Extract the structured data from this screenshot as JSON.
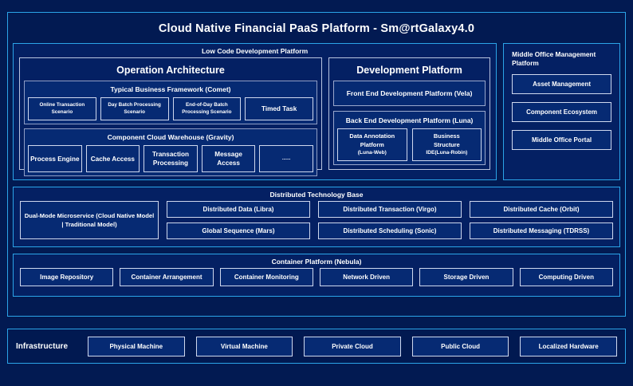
{
  "title": "Cloud Native Financial PaaS Platform - Sm@rtGalaxy4.0",
  "low_code": {
    "title": "Low Code Development Platform",
    "operation_architecture": {
      "title": "Operation Architecture",
      "comet": {
        "title": "Typical Business Framework (Comet)",
        "items": [
          "Online Transaction Scenario",
          "Day Batch Processing Scenario",
          "End-of-Day Batch Processing Scenario",
          "Timed Task"
        ]
      },
      "gravity": {
        "title": "Component Cloud Warehouse (Gravity)",
        "items": [
          "Process Engine",
          "Cache Access",
          "Transaction Processing",
          "Message Access",
          "......"
        ]
      }
    },
    "development_platform": {
      "title": "Development Platform",
      "front_end": "Front End Development Platform (Vela)",
      "back_end": {
        "title": "Back End Development Platform (Luna)",
        "items": [
          {
            "line1": "Data Annotation",
            "line2": "Platform",
            "line3": "(Luna-Web)"
          },
          {
            "line1": "Business",
            "line2": "Structure",
            "line3": "IDE(Luna-Robin)"
          }
        ]
      }
    }
  },
  "middle_office": {
    "title": "Middle Office Management Platform",
    "items": [
      "Asset Management",
      "Component Ecosystem",
      "Middle Office Portal"
    ]
  },
  "distributed_technology_base": {
    "title": "Distributed Technology Base",
    "wide_item": "Dual-Mode Microservice (Cloud Native Model | Traditional Model)",
    "columns": [
      {
        "top": "Distributed Data (Libra)",
        "bottom": "Global Sequence (Mars)"
      },
      {
        "top": "Distributed Transaction (Virgo)",
        "bottom": "Distributed Scheduling (Sonic)"
      },
      {
        "top": "Distributed Cache (Orbit)",
        "bottom": "Distributed Messaging (TDRSS)"
      }
    ]
  },
  "container_platform": {
    "title": "Container Platform (Nebula)",
    "items": [
      "Image Repository",
      "Container Arrangement",
      "Container Monitoring",
      "Network Driven",
      "Storage Driven",
      "Computing Driven"
    ]
  },
  "infrastructure": {
    "label": "Infrastructure",
    "items": [
      "Physical Machine",
      "Virtual Machine",
      "Private Cloud",
      "Public Cloud",
      "Localized Hardware"
    ]
  },
  "colors": {
    "page_background": "#021a52",
    "accent_border": "#2ba4e8",
    "panel_background": "#042063",
    "cell_background": "#062a73",
    "cell_border": "#cfd8ee",
    "text": "#ffffff"
  }
}
